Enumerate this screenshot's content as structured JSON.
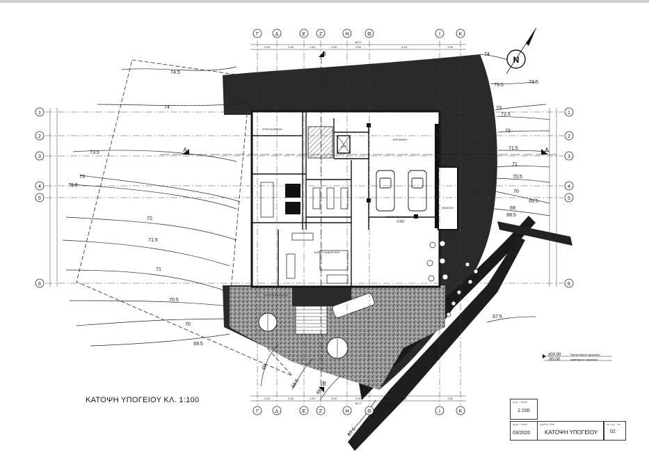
{
  "plan": {
    "title": "ΚΑΤΟΨΗ ΥΠΟΓΕΙΟΥ  ΚΛ. 1:100",
    "north_label": "N"
  },
  "grid": {
    "columns": [
      "Γ",
      "Δ",
      "Ε",
      "Ζ",
      "Η",
      "Θ",
      "Ι",
      "Κ"
    ],
    "rows": [
      "1",
      "2",
      "3",
      "4",
      "5",
      "6"
    ],
    "top_dims": [
      "2.00",
      "2.40",
      "1.40",
      "2.40",
      "2.00",
      "6.43",
      "1.90"
    ],
    "top_total": "18.77",
    "bottom_dims": [
      "2.00",
      "2.40",
      "1.40",
      "2.40",
      "2.00",
      "6.42",
      "1.90"
    ],
    "bottom_total": "18.77"
  },
  "sections": {
    "a_label": "A",
    "b_label": "B"
  },
  "contours": [
    "74.5",
    "74",
    "73.5",
    "73",
    "72.5",
    "72",
    "71.5",
    "71",
    "70.5",
    "70",
    "69.5",
    "69",
    "68.5",
    "68",
    "67.5"
  ],
  "contours_right": [
    "74",
    "73.5",
    "73",
    "72.5",
    "72",
    "71.5",
    "71",
    "70.5",
    "70",
    "69.5",
    "69",
    "68.5",
    "67.5",
    "70.5",
    "73.5"
  ],
  "rooms": {
    "storage_top": "ΕΠΙΠΛΑ/ΑΠΟΘ.",
    "warehouse": "ΑΠΟΘΗΚΗ",
    "lift": "LIFT",
    "parking": "ΧΩΡΟΣ ΣΤΑΘΜΕΥΣΗΣ",
    "parking_level": "-2.60",
    "right_room": "ΜΗΧ/ΣΙΟ",
    "sauna": "ΣΑΟΥΝΑ",
    "living": "ΧΩΡΟΣ ΑΝΑΨΥΧΗΣ",
    "bottom_room": "ΧΩΡΟΣ ΜΗΧΑΝΗΜΑΤΩΝ"
  },
  "legend": {
    "line1_level": "±00.00",
    "line1_text": "Προτεινόμενο υψόμετρο",
    "line2_level": "-00.00",
    "line2_text": "υφιστάμενο υψόμετρο"
  },
  "title_block": {
    "scale_label": "κλίμ. / scale",
    "scale": "1:100",
    "date_label": "ημερ. / date",
    "date": "03/2020",
    "drawing_label": "σχέδιο / title",
    "drawing": "ΚΑΤΟΨΗ ΥΠΟΓΕΙΟΥ",
    "number_label": "αρ. σχ. / no.",
    "number": "02"
  }
}
